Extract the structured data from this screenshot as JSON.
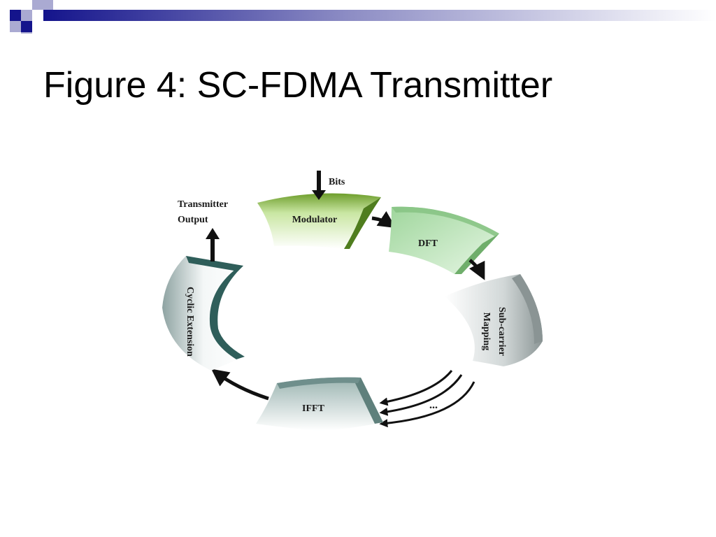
{
  "slide": {
    "title": "Figure 4: SC-FDMA Transmitter"
  },
  "diagram": {
    "input_label": "Bits",
    "output_label_line1": "Transmitter",
    "output_label_line2": "Output",
    "blocks": {
      "modulator": "Modulator",
      "dft": "DFT",
      "subcarrier_line1": "Sub-carrier",
      "subcarrier_line2": "Mapping",
      "ifft": "IFFT",
      "cyclic": "Cyclic Extension"
    },
    "ellipsis": "..."
  },
  "theme": {
    "navy": "#14148c",
    "lavender": "#aaaad2",
    "modulator_green": "#7fb03a",
    "dft_green": "#a9dca4",
    "gray_block": "#9da6a6",
    "teal_dark": "#2f5e5a",
    "ifft_teal": "#6f8f8c"
  }
}
